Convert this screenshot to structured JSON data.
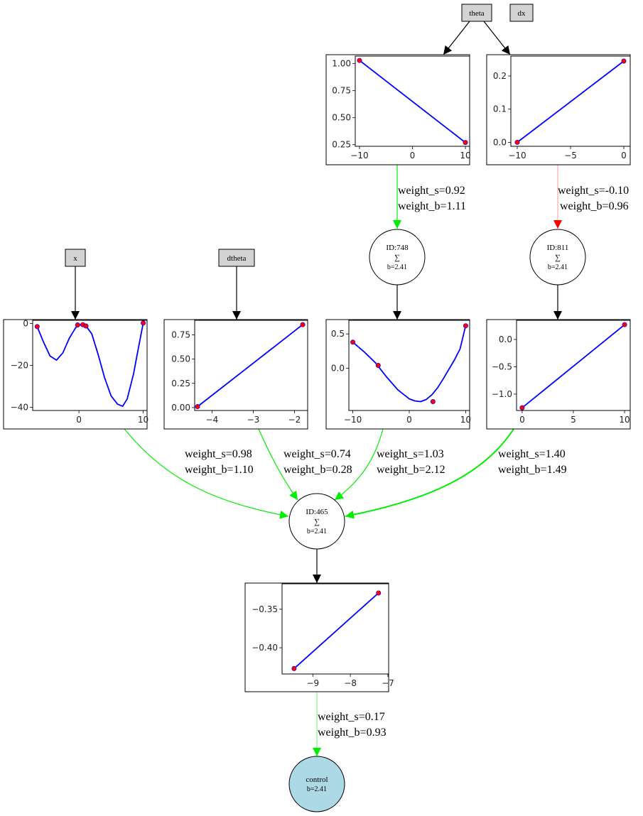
{
  "inputs": [
    {
      "id": "theta",
      "label": "theta"
    },
    {
      "id": "dx",
      "label": "dx"
    },
    {
      "id": "x",
      "label": "x"
    },
    {
      "id": "dtheta",
      "label": "dtheta"
    }
  ],
  "nodes": [
    {
      "id": "n748",
      "lines": [
        "ID:748",
        "∑",
        "b=2.41"
      ]
    },
    {
      "id": "n811",
      "lines": [
        "ID:811",
        "∑",
        "b=2.41"
      ]
    },
    {
      "id": "n465",
      "lines": [
        "ID:465",
        "∑",
        "b=2.41"
      ]
    },
    {
      "id": "control",
      "lines": [
        "control",
        "b=2.41"
      ],
      "fill": "#add8e6"
    }
  ],
  "edge_labels": [
    {
      "id": "e_theta_748",
      "s": "weight_s=0.92",
      "b": "weight_b=1.11",
      "color": "#00ee00"
    },
    {
      "id": "e_dx_811",
      "s": "weight_s=-0.10",
      "b": "weight_b=0.96",
      "color": "#ff0000"
    },
    {
      "id": "e_x_465",
      "s": "weight_s=0.98",
      "b": "weight_b=1.10",
      "color": "#00ee00"
    },
    {
      "id": "e_dtheta_465",
      "s": "weight_s=0.74",
      "b": "weight_b=0.28",
      "color": "#00ee00"
    },
    {
      "id": "e_748_465",
      "s": "weight_s=1.03",
      "b": "weight_b=2.12",
      "color": "#00ee00"
    },
    {
      "id": "e_811_465",
      "s": "weight_s=1.40",
      "b": "weight_b=1.49",
      "color": "#00ee00"
    },
    {
      "id": "e_465_control",
      "s": "weight_s=0.17",
      "b": "weight_b=0.93",
      "color": "#00ee00"
    }
  ],
  "colors": {
    "curve": "#0000ff",
    "point": "#ff0000",
    "positive_edge": "#00ee00",
    "negative_edge": "#ff0000",
    "input_fill": "#d3d3d3",
    "output_fill": "#add8e6"
  },
  "chart_data": [
    {
      "id": "plot_theta",
      "type": "line",
      "xlim": [
        -10.8,
        10.8
      ],
      "ylim": [
        0.235,
        1.07
      ],
      "xticks": [
        -10,
        0,
        10
      ],
      "yticks": [
        0.25,
        0.5,
        0.75,
        1.0
      ],
      "xticklabels": [
        "−10",
        "0",
        "10"
      ],
      "yticklabels": [
        "0.25",
        "0.50",
        "0.75",
        "1.00"
      ],
      "line": [
        [
          -10,
          1.03
        ],
        [
          10,
          0.27
        ]
      ],
      "points": [
        [
          -10,
          1.03
        ],
        [
          10,
          0.27
        ]
      ]
    },
    {
      "id": "plot_dx",
      "type": "line",
      "xlim": [
        -10.6,
        0.6
      ],
      "ylim": [
        -0.012,
        0.26
      ],
      "xticks": [
        -10,
        -5,
        0
      ],
      "yticks": [
        0.0,
        0.1,
        0.2
      ],
      "xticklabels": [
        "−10",
        "−5",
        "0"
      ],
      "yticklabels": [
        "0.0",
        "0.1",
        "0.2"
      ],
      "line": [
        [
          -10,
          0.0
        ],
        [
          0,
          0.245
        ]
      ],
      "points": [
        [
          -10,
          0.0
        ],
        [
          0,
          0.245
        ]
      ]
    },
    {
      "id": "plot_x",
      "type": "line",
      "xlim": [
        -7.2,
        10.6
      ],
      "ylim": [
        -41.5,
        1.5
      ],
      "xticks": [
        0,
        10
      ],
      "yticks": [
        -40,
        -20,
        0
      ],
      "xticklabels": [
        "0",
        "10"
      ],
      "yticklabels": [
        "−40",
        "−20",
        "0"
      ],
      "line": [
        [
          -6.5,
          -1.5
        ],
        [
          -5.5,
          -9
        ],
        [
          -4.5,
          -15.5
        ],
        [
          -3.5,
          -17.5
        ],
        [
          -2.5,
          -14
        ],
        [
          -1.5,
          -7
        ],
        [
          -0.5,
          -2
        ],
        [
          0,
          -0.8
        ],
        [
          0.5,
          -0.5
        ],
        [
          1,
          -0.8
        ],
        [
          2,
          -5
        ],
        [
          3,
          -15
        ],
        [
          4,
          -26
        ],
        [
          5,
          -34.5
        ],
        [
          6,
          -38.5
        ],
        [
          6.8,
          -39.5
        ],
        [
          7.5,
          -36
        ],
        [
          8.5,
          -24
        ],
        [
          9.3,
          -11
        ],
        [
          10,
          0.2
        ]
      ],
      "points": [
        [
          -6.5,
          -1.5
        ],
        [
          -0.2,
          -0.7
        ],
        [
          0.6,
          -0.6
        ],
        [
          1.1,
          -1.2
        ],
        [
          10,
          0.2
        ]
      ]
    },
    {
      "id": "plot_dtheta",
      "type": "line",
      "xlim": [
        -4.42,
        -1.68
      ],
      "ylim": [
        -0.03,
        0.9
      ],
      "xticks": [
        -4,
        -3,
        -2
      ],
      "yticks": [
        0.0,
        0.25,
        0.5,
        0.75
      ],
      "xticklabels": [
        "−4",
        "−3",
        "−2"
      ],
      "yticklabels": [
        "0.00",
        "0.25",
        "0.50",
        "0.75"
      ],
      "line": [
        [
          -4.35,
          0.01
        ],
        [
          -1.8,
          0.855
        ]
      ],
      "points": [
        [
          -4.35,
          0.01
        ],
        [
          -1.8,
          0.855
        ]
      ]
    },
    {
      "id": "plot_748",
      "type": "line",
      "xlim": [
        -10.7,
        10.7
      ],
      "ylim": [
        -0.62,
        0.7
      ],
      "xticks": [
        -10,
        0,
        10
      ],
      "yticks": [
        0.0,
        0.5
      ],
      "xticklabels": [
        "−10",
        "0",
        "10"
      ],
      "yticklabels": [
        "0.0",
        "0.5"
      ],
      "line": [
        [
          -10,
          0.38
        ],
        [
          -8,
          0.24
        ],
        [
          -6,
          0.08
        ],
        [
          -4,
          -0.13
        ],
        [
          -2,
          -0.32
        ],
        [
          0,
          -0.45
        ],
        [
          1,
          -0.48
        ],
        [
          2,
          -0.49
        ],
        [
          3,
          -0.46
        ],
        [
          4,
          -0.39
        ],
        [
          5,
          -0.29
        ],
        [
          6,
          -0.16
        ],
        [
          7,
          -0.02
        ],
        [
          8,
          0.12
        ],
        [
          9,
          0.28
        ],
        [
          10,
          0.62
        ]
      ],
      "points": [
        [
          -10,
          0.38
        ],
        [
          -5.5,
          0.04
        ],
        [
          4.2,
          -0.49
        ],
        [
          10,
          0.62
        ]
      ]
    },
    {
      "id": "plot_811",
      "type": "line",
      "xlim": [
        -0.55,
        10.55
      ],
      "ylim": [
        -1.3,
        0.35
      ],
      "xticks": [
        0,
        5,
        10
      ],
      "yticks": [
        -1.0,
        -0.5,
        0.0
      ],
      "xticklabels": [
        "0",
        "5",
        "10"
      ],
      "yticklabels": [
        "−1.0",
        "−0.5",
        "0.0"
      ],
      "line": [
        [
          0,
          -1.25
        ],
        [
          10,
          0.27
        ]
      ],
      "points": [
        [
          0,
          -1.25
        ],
        [
          10,
          0.27
        ]
      ]
    },
    {
      "id": "plot_465",
      "type": "line",
      "xlim": [
        -9.82,
        -6.98
      ],
      "ylim": [
        -0.434,
        -0.317
      ],
      "xticks": [
        -9,
        -8,
        -7
      ],
      "yticks": [
        -0.4,
        -0.35
      ],
      "xticklabels": [
        "−9",
        "−8",
        "−7"
      ],
      "yticklabels": [
        "−0.40",
        "−0.35"
      ],
      "line": [
        [
          -9.5,
          -0.427
        ],
        [
          -7.25,
          -0.329
        ]
      ],
      "points": [
        [
          -9.5,
          -0.427
        ],
        [
          -7.25,
          -0.329
        ]
      ]
    }
  ]
}
